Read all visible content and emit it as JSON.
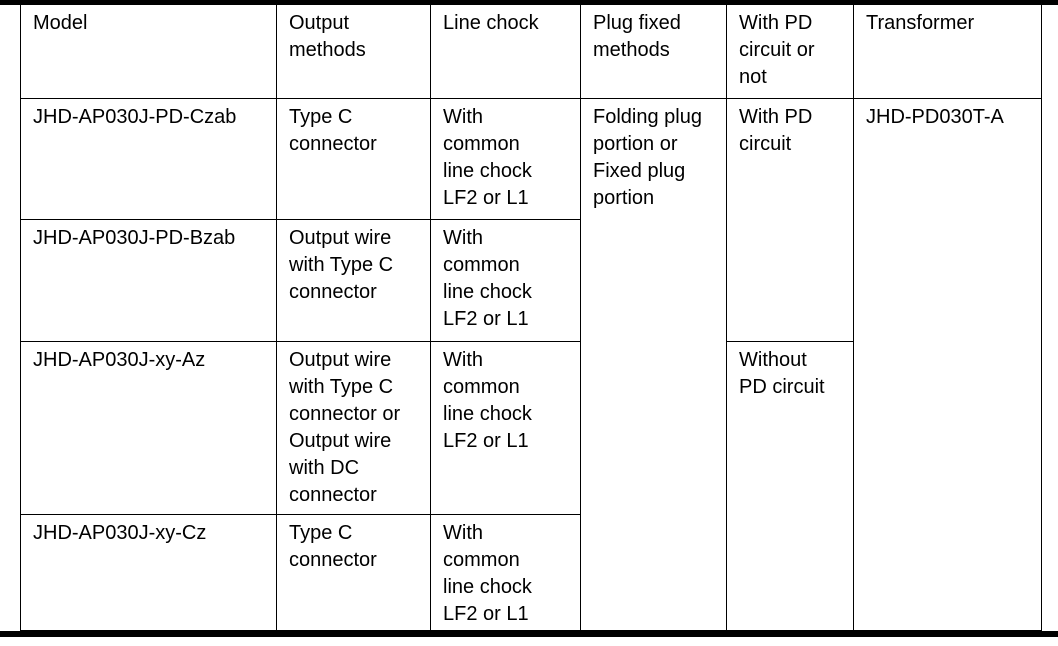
{
  "table": {
    "headers": {
      "model": "Model",
      "output": "Output\nmethods",
      "line_chock": "Line chock",
      "plug_fixed": "Plug fixed\nmethods",
      "pd": "With PD\ncircuit or\nnot",
      "transformer": "Transformer"
    },
    "rows": [
      {
        "model": "JHD-AP030J-PD-Czab",
        "output": "Type C\nconnector",
        "line_chock": "With\ncommon\nline chock\nLF2 or L1"
      },
      {
        "model": "JHD-AP030J-PD-Bzab",
        "output": "Output wire\nwith Type C\nconnector",
        "line_chock": "With\ncommon\nline chock\nLF2 or L1"
      },
      {
        "model": "JHD-AP030J-xy-Az",
        "output": "Output wire\nwith Type C\nconnector or\nOutput wire\nwith DC\nconnector",
        "line_chock": "With\ncommon\nline chock\nLF2 or L1"
      },
      {
        "model": "JHD-AP030J-xy-Cz",
        "output": "Type C\nconnector",
        "line_chock": "With\ncommon\nline chock\nLF2 or L1"
      }
    ],
    "merged": {
      "plug_fixed": "Folding plug\nportion or\nFixed plug\nportion",
      "pd_with": "With PD\ncircuit",
      "pd_without": "Without\nPD circuit",
      "transformer": "JHD-PD030T-A"
    },
    "colors": {
      "text": "#000000",
      "border": "#000000",
      "background": "#ffffff"
    }
  }
}
